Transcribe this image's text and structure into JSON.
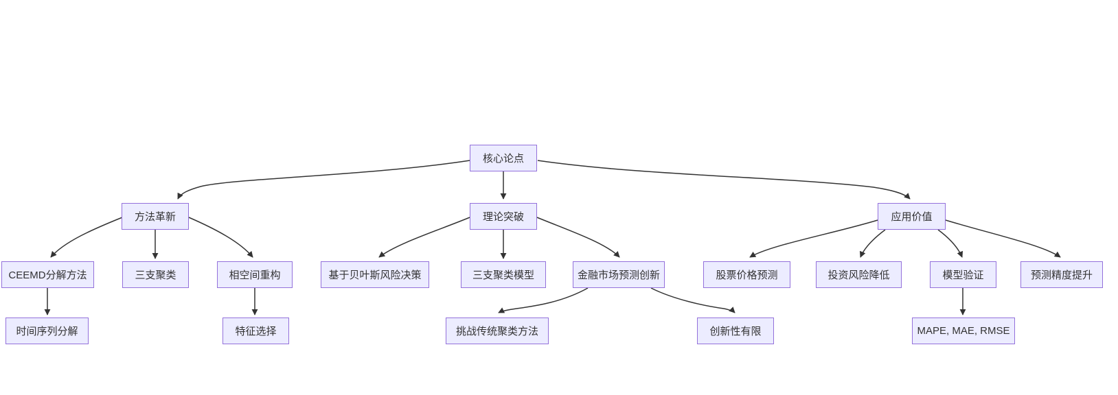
{
  "diagram": {
    "type": "flowchart",
    "orientation": "top-down",
    "colors": {
      "background": "#ffffff",
      "node_fill": "#ECECFF",
      "node_border": "#9370DB",
      "node_text": "#333333",
      "edge": "#333333"
    },
    "nodes": [
      {
        "id": "core-thesis",
        "label": "核心论点"
      },
      {
        "id": "method-innovation",
        "label": "方法革新"
      },
      {
        "id": "theory-breakthrough",
        "label": "理论突破"
      },
      {
        "id": "application-value",
        "label": "应用价值"
      },
      {
        "id": "ceemd-decomposition",
        "label": "CEEMD分解方法"
      },
      {
        "id": "three-way-clustering",
        "label": "三支聚类"
      },
      {
        "id": "phase-space-reconstruction",
        "label": "相空间重构"
      },
      {
        "id": "bayesian-risk-decision",
        "label": "基于贝叶斯风险决策"
      },
      {
        "id": "three-way-clustering-model",
        "label": "三支聚类模型"
      },
      {
        "id": "financial-market-forecast-innovation",
        "label": "金融市场预测创新"
      },
      {
        "id": "stock-price-prediction",
        "label": "股票价格预测"
      },
      {
        "id": "investment-risk-reduction",
        "label": "投资风险降低"
      },
      {
        "id": "model-validation",
        "label": "模型验证"
      },
      {
        "id": "forecast-accuracy-improvement",
        "label": "预测精度提升"
      },
      {
        "id": "time-series-decomposition",
        "label": "时间序列分解"
      },
      {
        "id": "feature-selection",
        "label": "特征选择"
      },
      {
        "id": "challenge-traditional-clustering",
        "label": "挑战传统聚类方法"
      },
      {
        "id": "limited-innovation",
        "label": "创新性有限"
      },
      {
        "id": "mape-mae-rmse",
        "label": "MAPE, MAE, RMSE"
      }
    ],
    "edges": [
      {
        "from": "core-thesis",
        "to": "method-innovation"
      },
      {
        "from": "core-thesis",
        "to": "theory-breakthrough"
      },
      {
        "from": "core-thesis",
        "to": "application-value"
      },
      {
        "from": "method-innovation",
        "to": "ceemd-decomposition"
      },
      {
        "from": "method-innovation",
        "to": "three-way-clustering"
      },
      {
        "from": "method-innovation",
        "to": "phase-space-reconstruction"
      },
      {
        "from": "theory-breakthrough",
        "to": "bayesian-risk-decision"
      },
      {
        "from": "theory-breakthrough",
        "to": "three-way-clustering-model"
      },
      {
        "from": "theory-breakthrough",
        "to": "financial-market-forecast-innovation"
      },
      {
        "from": "application-value",
        "to": "stock-price-prediction"
      },
      {
        "from": "application-value",
        "to": "investment-risk-reduction"
      },
      {
        "from": "application-value",
        "to": "model-validation"
      },
      {
        "from": "application-value",
        "to": "forecast-accuracy-improvement"
      },
      {
        "from": "ceemd-decomposition",
        "to": "time-series-decomposition"
      },
      {
        "from": "phase-space-reconstruction",
        "to": "feature-selection"
      },
      {
        "from": "financial-market-forecast-innovation",
        "to": "challenge-traditional-clustering"
      },
      {
        "from": "financial-market-forecast-innovation",
        "to": "limited-innovation"
      },
      {
        "from": "model-validation",
        "to": "mape-mae-rmse"
      }
    ]
  }
}
